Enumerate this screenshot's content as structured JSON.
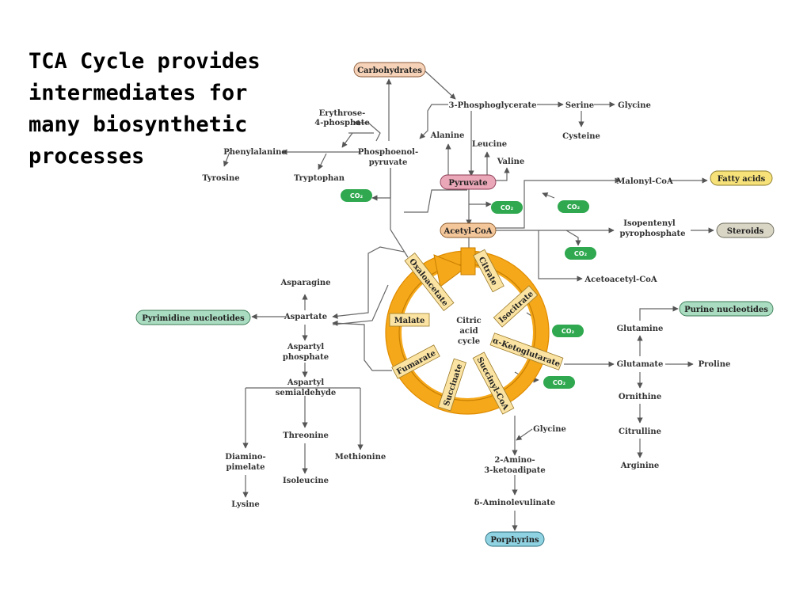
{
  "title": "TCA Cycle provides\nintermediates for\nmany biosynthetic\nprocesses",
  "boxes": {
    "carbohydrates": "Carbohydrates",
    "pyruvate": "Pyruvate",
    "acetyl_coa": "Acetyl-CoA",
    "fatty_acids": "Fatty acids",
    "steroids": "Steroids",
    "purine": "Purine nucleotides",
    "pyrimidine": "Pyrimidine nucleotides",
    "porphyrins": "Porphyrins"
  },
  "co2": "CO₂",
  "cycle_center": [
    "Citric",
    "acid",
    "cycle"
  ],
  "cycle_intermediates": {
    "citrate": "Citrate",
    "isocitrate": "Isocitrate",
    "ketoglutarate": "α-Ketoglutarate",
    "succinyl_coa": "Succinyl-CoA",
    "succinate": "Succinate",
    "fumarate": "Fumarate",
    "malate": "Malate",
    "oxaloacetate": "Oxaloacetate"
  },
  "metabolites": {
    "phosphoglycerate": "3-Phosphoglycerate",
    "serine": "Serine",
    "glycine_top": "Glycine",
    "cysteine": "Cysteine",
    "erythrose_1": "Erythrose-",
    "erythrose_2": "4-phosphate",
    "phenylalanine": "Phenylalanine",
    "tyrosine": "Tyrosine",
    "tryptophan": "Tryptophan",
    "pep_1": "Phosphoenol-",
    "pep_2": "pyruvate",
    "alanine": "Alanine",
    "leucine": "Leucine",
    "valine": "Valine",
    "malonyl_coa": "Malonyl-CoA",
    "isopentenyl_1": "Isopentenyl",
    "isopentenyl_2": "pyrophosphate",
    "acetoacetyl_coa": "Acetoacetyl-CoA",
    "asparagine": "Asparagine",
    "aspartate": "Aspartate",
    "aspartyl_p_1": "Aspartyl",
    "aspartyl_p_2": "phosphate",
    "aspartyl_s_1": "Aspartyl",
    "aspartyl_s_2": "semialdehyde",
    "threonine": "Threonine",
    "isoleucine": "Isoleucine",
    "methionine": "Methionine",
    "diamino_1": "Diamino-",
    "diamino_2": "pimelate",
    "lysine": "Lysine",
    "glutamine": "Glutamine",
    "glutamate": "Glutamate",
    "proline": "Proline",
    "ornithine": "Ornithine",
    "citrulline": "Citrulline",
    "arginine": "Arginine",
    "glycine_bottom": "Glycine",
    "amino_keto_1": "2-Amino-",
    "amino_keto_2": "3-ketoadipate",
    "aminolevulinate": "δ-Aminolevulinate"
  },
  "colors": {
    "carbohydrates_fill": "#f6d3b8",
    "pyruvate_fill": "#e9a7b8",
    "acetyl_fill": "#f4c79a",
    "fatty_fill": "#f7e27a",
    "steroids_fill": "#d9d6c6",
    "nucleotide_fill": "#a9dcc0",
    "porphyrin_fill": "#8fd3e3",
    "co2_fill": "#2fa84f",
    "cycle_orange": "#f5a81a",
    "label_box": "#fbe4a3"
  }
}
